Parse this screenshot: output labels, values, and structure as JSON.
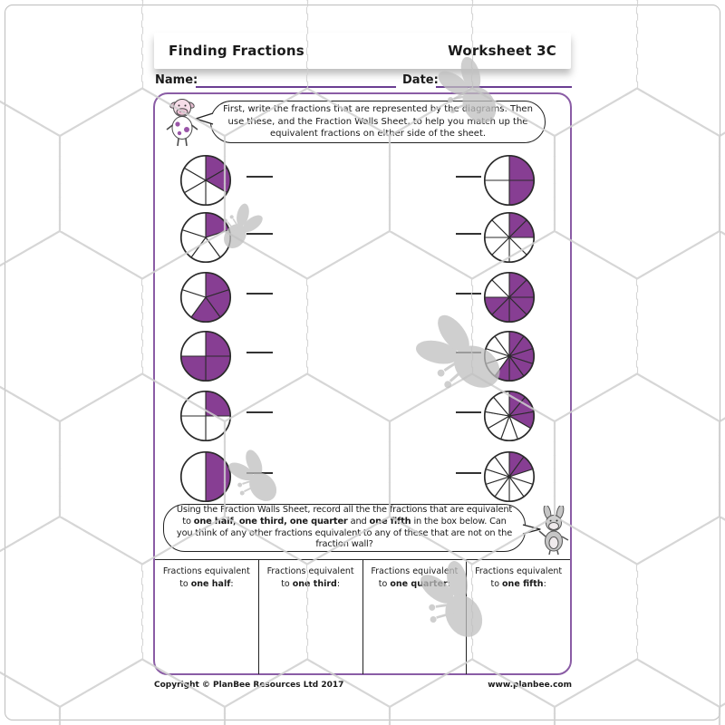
{
  "colors": {
    "pie_fill": "#873e93",
    "pie_stroke": "#2b2b2b",
    "page_border": "#8a5ca5",
    "underline_purple": "#6b3f92",
    "watermark_grey": "#bfbfbf",
    "hexagon_grey": "#cfcfcf"
  },
  "header": {
    "title": "Finding Fractions",
    "worksheet_label": "Worksheet 3C"
  },
  "fields": {
    "name_label": "Name:",
    "date_label": "Date:"
  },
  "instructions_top": {
    "text": "First, write the fractions that are represented by the diagrams. Then use these, and the Fraction Walls Sheet, to help you match up the equivalent fractions on either side of the sheet."
  },
  "instructions_bottom": {
    "segments": [
      {
        "text": "Using the Fraction Walls Sheet, record all the the fractions that are equivalent to ",
        "bold": false
      },
      {
        "text": "one half, one third, one quarter",
        "bold": true
      },
      {
        "text": " and ",
        "bold": false
      },
      {
        "text": "one fifth",
        "bold": true
      },
      {
        "text": " in the box below. Can you think of any other fractions equivalent to any of these that are not on the fraction wall?",
        "bold": false
      }
    ]
  },
  "pies": {
    "left": [
      {
        "numerator": 2,
        "denominator": 6
      },
      {
        "numerator": 1,
        "denominator": 5
      },
      {
        "numerator": 3,
        "denominator": 5
      },
      {
        "numerator": 3,
        "denominator": 4
      },
      {
        "numerator": 1,
        "denominator": 4
      },
      {
        "numerator": 1,
        "denominator": 2
      }
    ],
    "right": [
      {
        "numerator": 2,
        "denominator": 4
      },
      {
        "numerator": 2,
        "denominator": 8
      },
      {
        "numerator": 6,
        "denominator": 8
      },
      {
        "numerator": 6,
        "denominator": 10
      },
      {
        "numerator": 3,
        "denominator": 9
      },
      {
        "numerator": 2,
        "denominator": 10
      }
    ]
  },
  "equivalents_table": {
    "columns": [
      {
        "line1": "Fractions equivalent",
        "pre": "to ",
        "bold": "one half",
        "post": ":"
      },
      {
        "line1": "Fractions equivalent",
        "pre": "to ",
        "bold": "one third",
        "post": ":"
      },
      {
        "line1": "Fractions equivalent",
        "pre": "to ",
        "bold": "one quarter",
        "post": ":"
      },
      {
        "line1": "Fractions equivalent",
        "pre": "to ",
        "bold": "one fifth",
        "post": ":"
      }
    ]
  },
  "footer": {
    "copyright": "Copyright © PlanBee Resources Ltd 2017",
    "website": "www.planbee.com"
  }
}
